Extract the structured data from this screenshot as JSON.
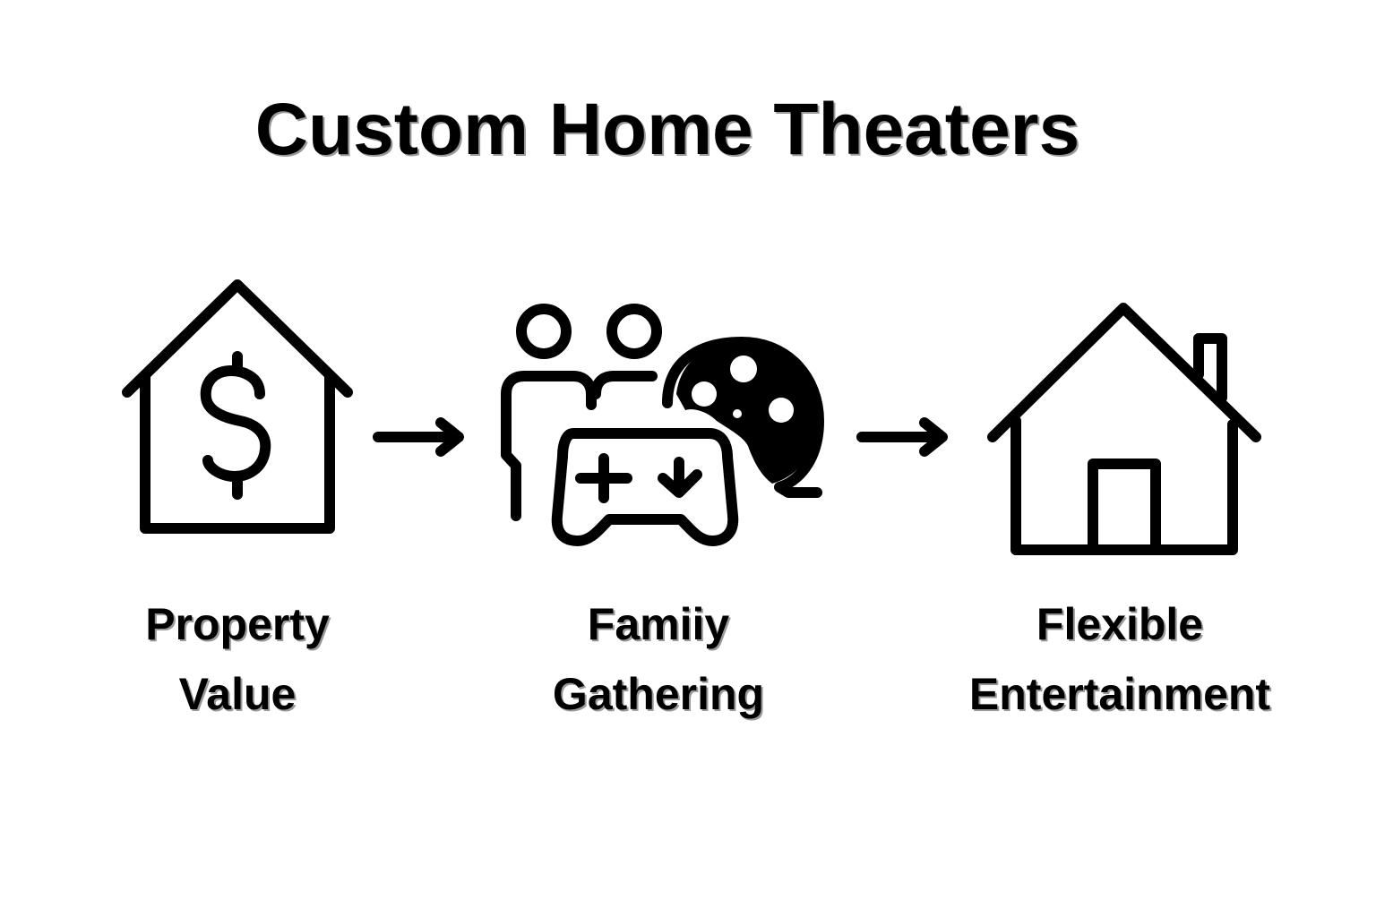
{
  "title": "Custom Home Theaters",
  "steps": [
    {
      "label_line1": "Property",
      "label_line2": "Value",
      "icon": "house-dollar-icon"
    },
    {
      "label_line1": "Famiiy",
      "label_line2": "Gathering",
      "icon": "family-gaming-film-icon"
    },
    {
      "label_line1": "Flexible",
      "label_line2": "Entertainment",
      "icon": "house-icon"
    }
  ]
}
